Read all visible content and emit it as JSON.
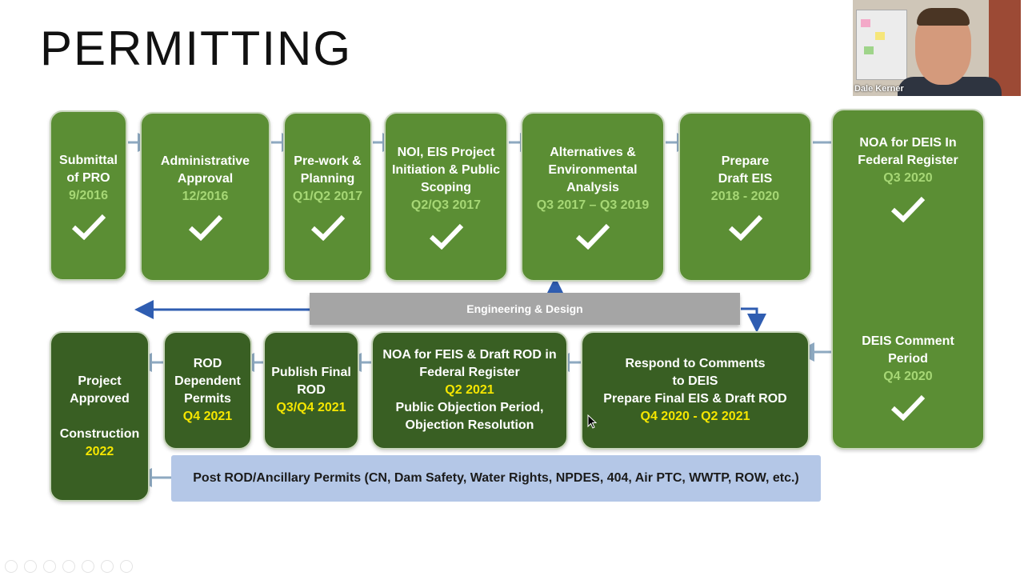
{
  "title": "PERMITTING",
  "colors": {
    "light_green": "#5b8e34",
    "dark_green": "#395f23",
    "date_green": "#a6d775",
    "date_yellow": "#f5e600",
    "gray_banner": "#a5a5a5",
    "permits_blue": "#b4c7e7",
    "arrow_gray": "#8ea9c1",
    "arrow_blue": "#2f5db1"
  },
  "top_row": [
    {
      "label": "Submittal of PRO",
      "date": "9/2016",
      "done": true
    },
    {
      "label": "Administrative Approval",
      "date": "12/2016",
      "done": true
    },
    {
      "label": "Pre-work & Planning",
      "date": "Q1/Q2 2017",
      "done": true
    },
    {
      "label": "NOI, EIS Project Initiation & Public Scoping",
      "date": "Q2/Q3 2017",
      "done": true
    },
    {
      "label": "Alternatives & Environmental Analysis",
      "date": "Q3 2017 – Q3 2019",
      "done": true
    },
    {
      "label": "Prepare Draft EIS",
      "date": "2018 - 2020",
      "done": true
    }
  ],
  "deis_column": {
    "noa": {
      "label": "NOA for DEIS In Federal Register",
      "date": "Q3 2020",
      "done": true
    },
    "comment": {
      "label": "DEIS Comment Period",
      "date": "Q4 2020",
      "done": true
    }
  },
  "engineering_banner": "Engineering & Design",
  "bottom_row": {
    "project_approved": {
      "label": "Project Approved",
      "label2": "Construction",
      "date": "2022"
    },
    "rod_dependent": {
      "label": "ROD Dependent Permits",
      "date": "Q4 2021"
    },
    "publish_final": {
      "label": "Publish Final ROD",
      "date": "Q3/Q4 2021"
    },
    "noa_feis": {
      "label": "NOA for FEIS & Draft ROD in Federal Register",
      "date": "Q2 2021",
      "label2": "Public Objection Period, Objection Resolution"
    },
    "respond": {
      "label": "Respond to Comments to DEIS",
      "label2": "Prepare Final EIS & Draft ROD",
      "date": "Q4 2020 - Q2 2021"
    }
  },
  "permits_bar": "Post ROD/Ancillary Permits (CN, Dam Safety, Water Rights, NPDES, 404, Air PTC, WWTP, ROW, etc.)",
  "video": {
    "participant_name": "Dale Kerner"
  },
  "icons": [
    "check-icon",
    "arrow-right-icon",
    "arrow-left-icon",
    "arrow-down-icon",
    "cursor-icon"
  ]
}
